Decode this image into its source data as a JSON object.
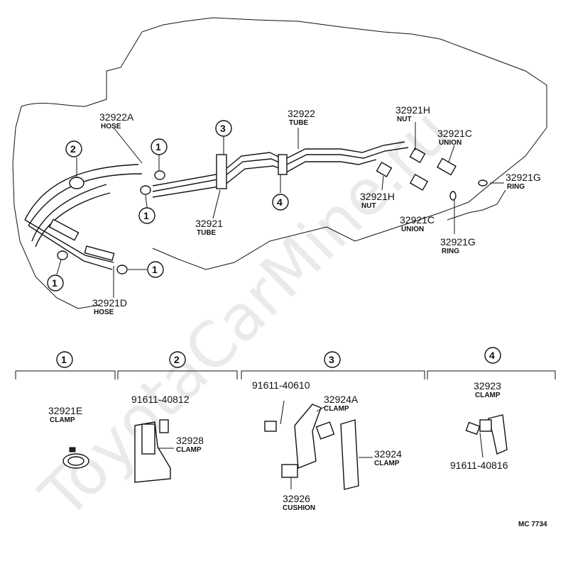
{
  "watermark": "ToyotaCarMine.ru",
  "drawing_code": "MC 7734",
  "top_labels": [
    {
      "key": "l32922a",
      "part": "32922A",
      "name": "HOSE"
    },
    {
      "key": "l32922",
      "part": "32922",
      "name": "TUBE"
    },
    {
      "key": "l32921h_top",
      "part": "32921H",
      "name": "NUT"
    },
    {
      "key": "l32921c_top",
      "part": "32921C",
      "name": "UNION"
    },
    {
      "key": "l32921g_right",
      "part": "32921G",
      "name": "RING"
    },
    {
      "key": "l32921h_mid",
      "part": "32921H",
      "name": "NUT"
    },
    {
      "key": "l32921c_mid",
      "part": "32921C",
      "name": "UNION"
    },
    {
      "key": "l32921g_bot",
      "part": "32921G",
      "name": "RING"
    },
    {
      "key": "l32921",
      "part": "32921",
      "name": "TUBE"
    },
    {
      "key": "l32921d",
      "part": "32921D",
      "name": "HOSE"
    }
  ],
  "callouts": [
    "1",
    "2",
    "3",
    "4"
  ],
  "details": [
    {
      "num": "1",
      "labels": [
        {
          "part": "32921E",
          "name": "CLAMP"
        }
      ]
    },
    {
      "num": "2",
      "labels": [
        {
          "part": "91611-40812",
          "name": ""
        },
        {
          "part": "32928",
          "name": "CLAMP"
        }
      ]
    },
    {
      "num": "3",
      "labels": [
        {
          "part": "91611-40610",
          "name": ""
        },
        {
          "part": "32924A",
          "name": "CLAMP"
        },
        {
          "part": "32924",
          "name": "CLAMP"
        },
        {
          "part": "32926",
          "name": "CUSHION"
        }
      ]
    },
    {
      "num": "4",
      "labels": [
        {
          "part": "32923",
          "name": "CLAMP"
        },
        {
          "part": "91611-40816",
          "name": ""
        }
      ]
    }
  ]
}
